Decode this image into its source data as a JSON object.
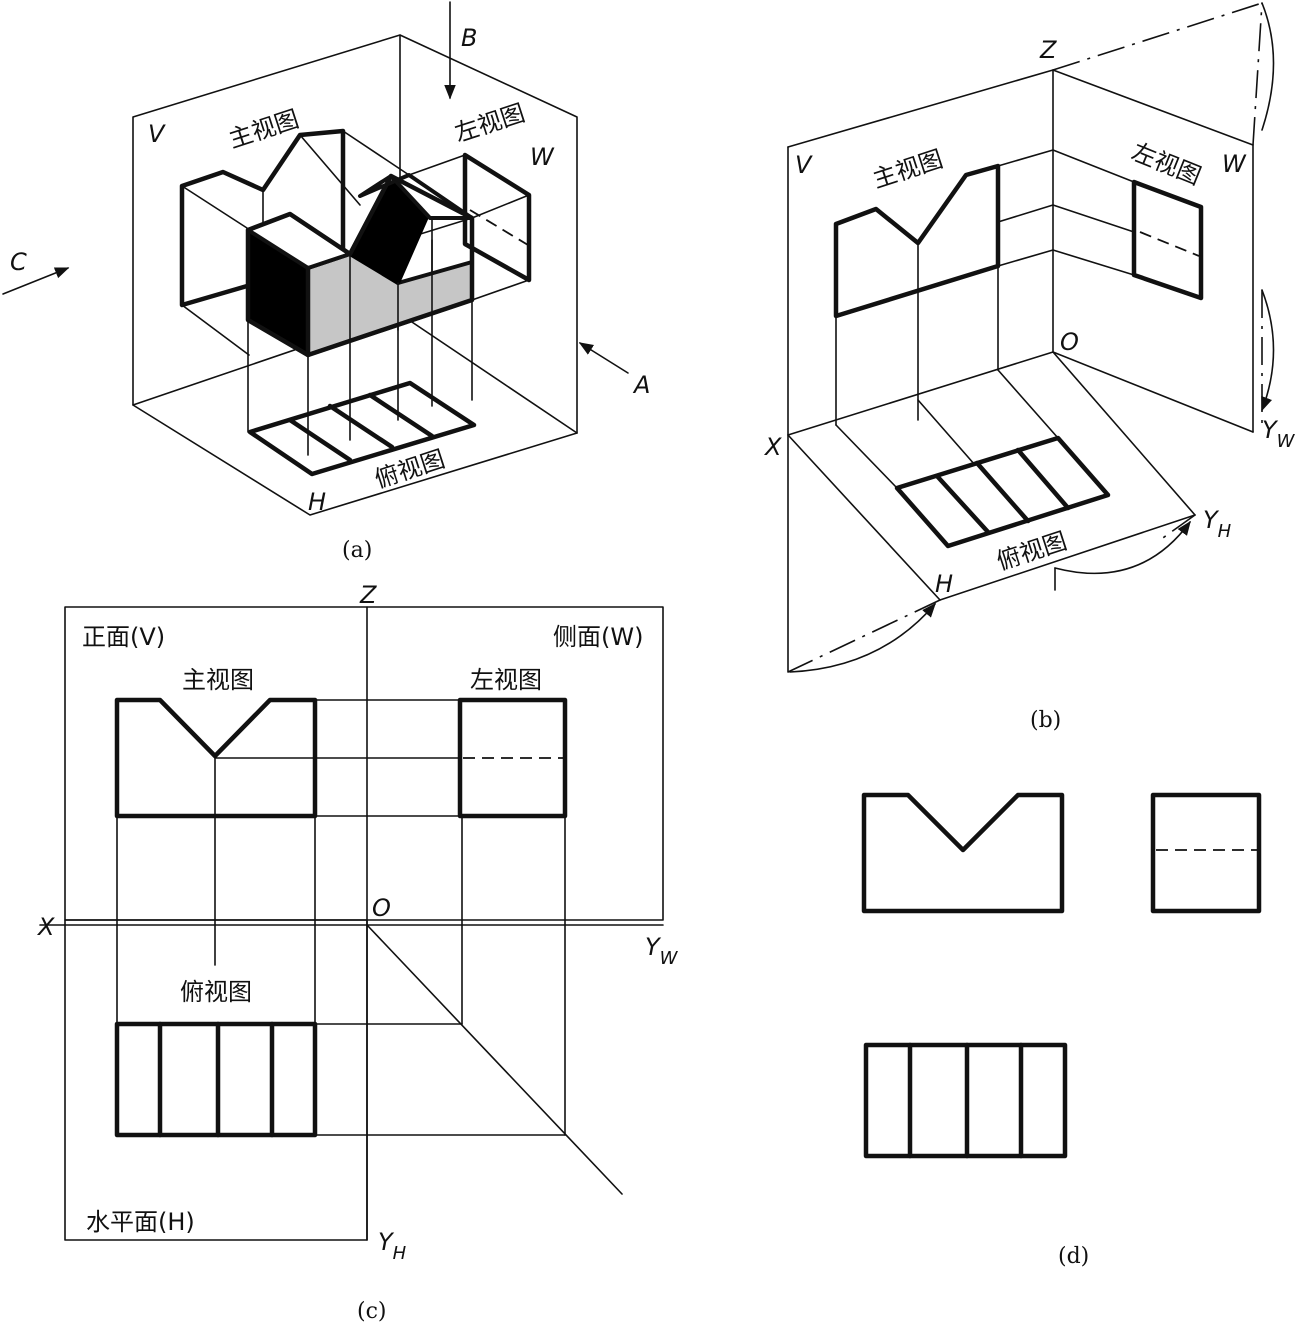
{
  "panel_a": {
    "caption": "(a)",
    "plane_v": "V",
    "plane_w": "W",
    "plane_h": "H",
    "front_view": "主视图",
    "left_view": "左视图",
    "top_view": "俯视图",
    "dir_a": "A",
    "dir_b": "B",
    "dir_c": "C"
  },
  "panel_b": {
    "caption": "(b)",
    "plane_v": "V",
    "plane_w": "W",
    "plane_h": "H",
    "front_view": "主视图",
    "left_view": "左视图",
    "top_view": "俯视图",
    "axis_z": "Z",
    "axis_x": "X",
    "origin": "O",
    "axis_yw": "Y",
    "axis_yw_sub": "W",
    "axis_yh": "Y",
    "axis_yh_sub": "H"
  },
  "panel_c": {
    "caption": "(c)",
    "plane_front": "正面(V)",
    "plane_side": "侧面(W)",
    "plane_horizontal": "水平面(H)",
    "front_view": "主视图",
    "left_view": "左视图",
    "top_view": "俯视图",
    "axis_z": "Z",
    "axis_x": "X",
    "origin": "O",
    "axis_yw": "Y",
    "axis_yw_sub": "W",
    "axis_yh": "Y",
    "axis_yh_sub": "H"
  },
  "panel_d": {
    "caption": "(d)"
  }
}
